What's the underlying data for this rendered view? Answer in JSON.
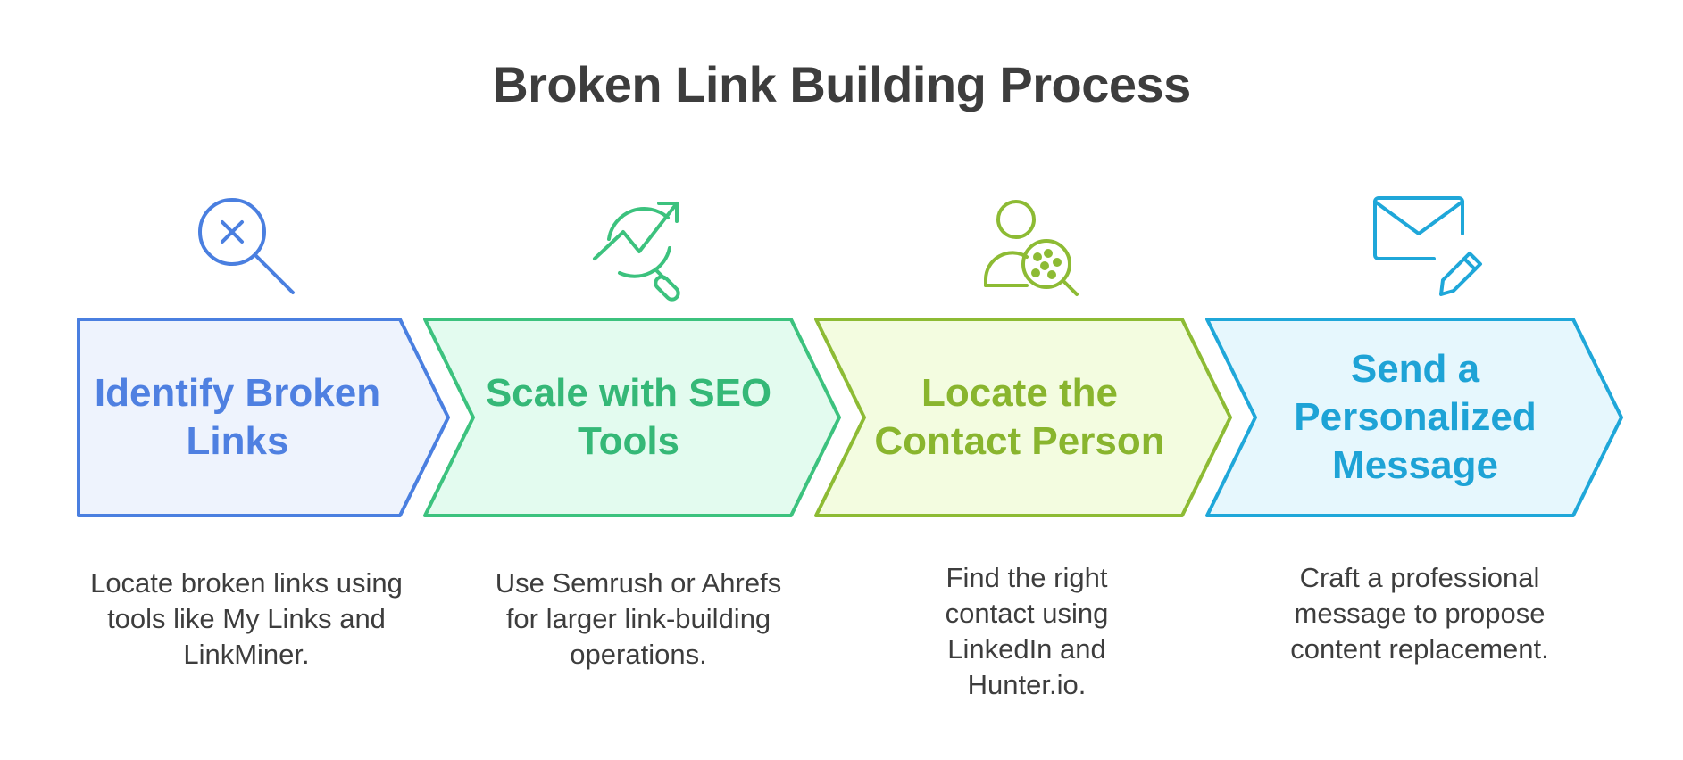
{
  "title": "Broken Link Building Process",
  "steps": [
    {
      "label": "Identify Broken Links",
      "description": "Locate broken links using tools like My Links and LinkMiner.",
      "icon": "magnifier-x-icon",
      "stroke": "#4a7fe0",
      "fill": "#eef3fd",
      "text_color": "#4f80e1"
    },
    {
      "label": "Scale with SEO Tools",
      "description": "Use Semrush or Ahrefs for larger link-building operations.",
      "icon": "trend-search-icon",
      "stroke": "#3cc27e",
      "fill": "#e3fbef",
      "text_color": "#35b877"
    },
    {
      "label": "Locate the Contact Person",
      "description": "Find the right contact using LinkedIn and Hunter.io.",
      "icon": "person-search-icon",
      "stroke": "#8dbb34",
      "fill": "#f3fce0",
      "text_color": "#89b52e"
    },
    {
      "label": "Send a Personalized Message",
      "description": "Craft a professional message to propose content replacement.",
      "icon": "mail-pencil-icon",
      "stroke": "#1fa7d9",
      "fill": "#e6f7fd",
      "text_color": "#1ea3d6"
    }
  ]
}
